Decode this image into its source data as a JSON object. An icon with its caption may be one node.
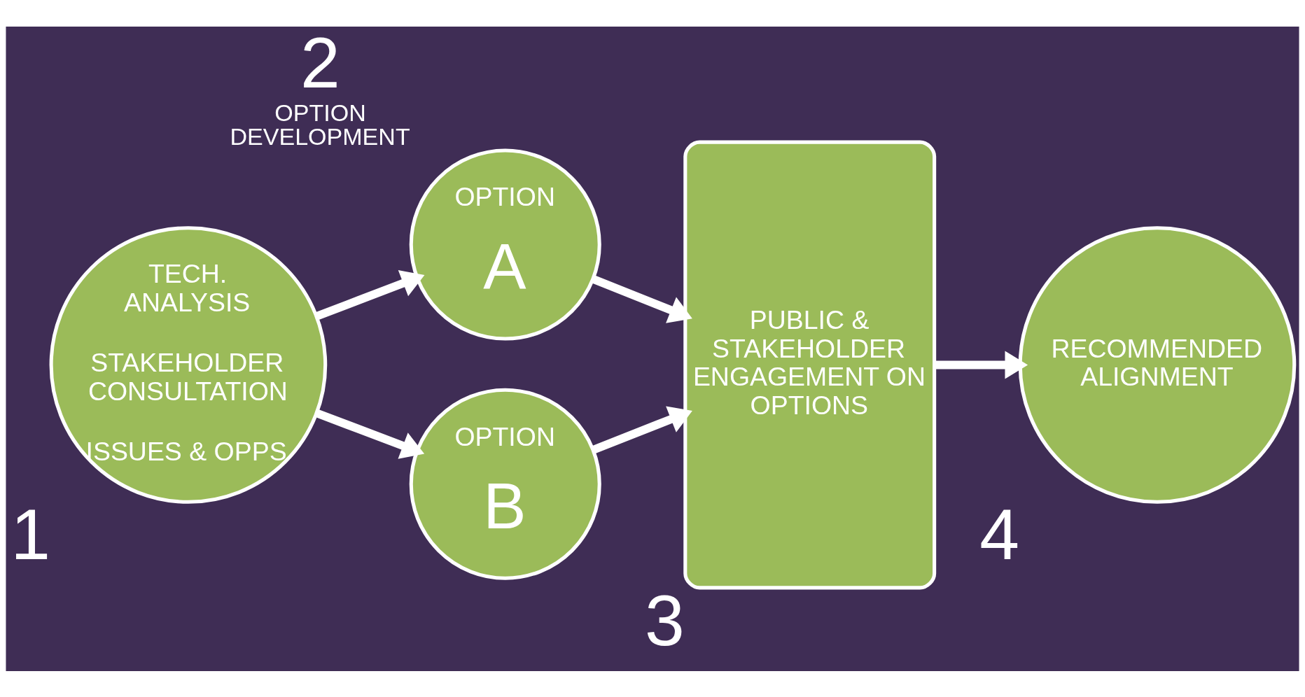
{
  "diagram": {
    "nodes": [
      {
        "text": [
          "TECH. ANALYSIS",
          "STAKEHOLDER CONSULTATION",
          "ISSUES & OPPS"
        ],
        "beside": [
          "1"
        ]
      },
      {
        "text": [
          "OPTION",
          "A"
        ],
        "beside": [
          "2",
          "OPTION DEVELOPMENT"
        ]
      },
      {
        "text": [
          "OPTION",
          "B"
        ]
      },
      {
        "text": [
          "PUBLIC & STAKEHOLDER ENGAGEMENT ON OPTIONS"
        ],
        "beside": [
          "3"
        ]
      },
      {
        "text": [
          "RECOMMENDED ALIGNMENT"
        ],
        "beside": [
          "4"
        ]
      }
    ],
    "edges": [
      {
        "from": 0,
        "to": 1,
        "arrow": "to"
      },
      {
        "from": 0,
        "to": 2,
        "arrow": "to"
      },
      {
        "from": 1,
        "to": 3,
        "arrow": "to"
      },
      {
        "from": 2,
        "to": 3,
        "arrow": "to"
      },
      {
        "from": 3,
        "to": 4,
        "arrow": "to"
      }
    ]
  }
}
